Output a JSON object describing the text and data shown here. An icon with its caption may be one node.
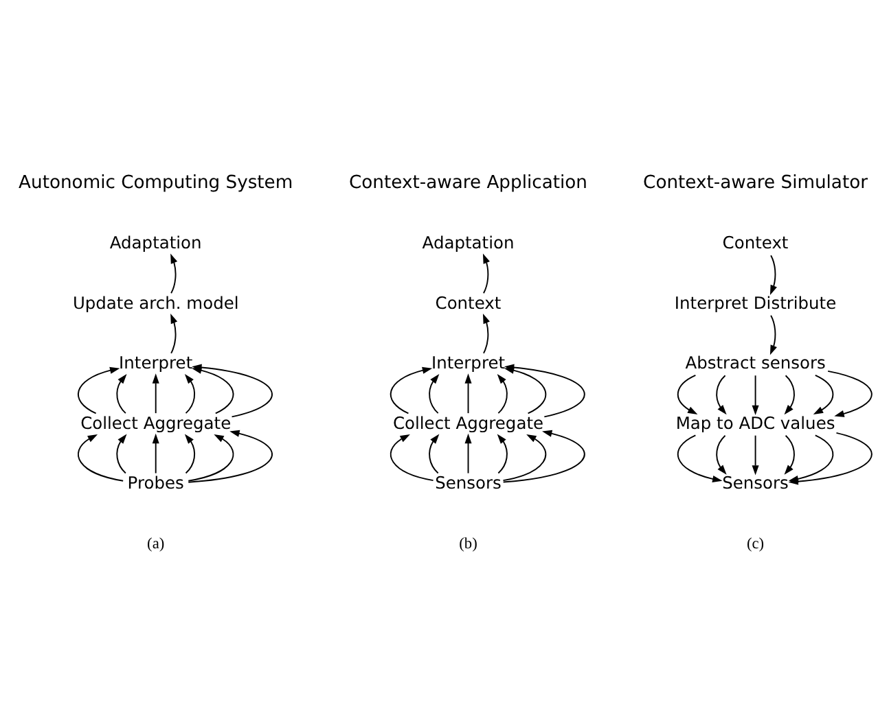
{
  "diagram": {
    "nodes": [
      {
        "text": [
          "Adaptation"
        ]
      },
      {
        "text": [
          "Update arch. model"
        ]
      },
      {
        "text": [
          "Interpret"
        ]
      },
      {
        "text": [
          "Collect Aggregate"
        ]
      },
      {
        "text": [
          "Probes"
        ]
      },
      {
        "text": [
          "Adaptation"
        ]
      },
      {
        "text": [
          "Context"
        ]
      },
      {
        "text": [
          "Interpret"
        ]
      },
      {
        "text": [
          "Collect Aggregate"
        ]
      },
      {
        "text": [
          "Sensors"
        ]
      },
      {
        "text": [
          "Context"
        ]
      },
      {
        "text": [
          "Interpret Distribute"
        ]
      },
      {
        "text": [
          "Abstract sensors"
        ]
      },
      {
        "text": [
          "Map to ADC values"
        ]
      },
      {
        "text": [
          "Sensors"
        ]
      }
    ],
    "edges": [
      {
        "from": 1,
        "to": 0,
        "arrow": "to"
      },
      {
        "from": 2,
        "to": 1,
        "arrow": "to"
      },
      {
        "from": 3,
        "to": 2,
        "arrow": "to"
      },
      {
        "from": 3,
        "to": 2,
        "arrow": "to"
      },
      {
        "from": 3,
        "to": 2,
        "arrow": "to"
      },
      {
        "from": 3,
        "to": 2,
        "arrow": "to"
      },
      {
        "from": 3,
        "to": 2,
        "arrow": "to"
      },
      {
        "from": 3,
        "to": 2,
        "arrow": "to"
      },
      {
        "from": 4,
        "to": 3,
        "arrow": "to"
      },
      {
        "from": 4,
        "to": 3,
        "arrow": "to"
      },
      {
        "from": 4,
        "to": 3,
        "arrow": "to"
      },
      {
        "from": 4,
        "to": 3,
        "arrow": "to"
      },
      {
        "from": 4,
        "to": 3,
        "arrow": "to"
      },
      {
        "from": 4,
        "to": 3,
        "arrow": "to"
      },
      {
        "from": 6,
        "to": 5,
        "arrow": "to"
      },
      {
        "from": 7,
        "to": 6,
        "arrow": "to"
      },
      {
        "from": 8,
        "to": 7,
        "arrow": "to"
      },
      {
        "from": 8,
        "to": 7,
        "arrow": "to"
      },
      {
        "from": 8,
        "to": 7,
        "arrow": "to"
      },
      {
        "from": 8,
        "to": 7,
        "arrow": "to"
      },
      {
        "from": 8,
        "to": 7,
        "arrow": "to"
      },
      {
        "from": 8,
        "to": 7,
        "arrow": "to"
      },
      {
        "from": 9,
        "to": 8,
        "arrow": "to"
      },
      {
        "from": 9,
        "to": 8,
        "arrow": "to"
      },
      {
        "from": 9,
        "to": 8,
        "arrow": "to"
      },
      {
        "from": 9,
        "to": 8,
        "arrow": "to"
      },
      {
        "from": 9,
        "to": 8,
        "arrow": "to"
      },
      {
        "from": 9,
        "to": 8,
        "arrow": "to"
      },
      {
        "from": 10,
        "to": 11,
        "arrow": "to"
      },
      {
        "from": 11,
        "to": 12,
        "arrow": "to"
      },
      {
        "from": 12,
        "to": 13,
        "arrow": "to"
      },
      {
        "from": 12,
        "to": 13,
        "arrow": "to"
      },
      {
        "from": 12,
        "to": 13,
        "arrow": "to"
      },
      {
        "from": 12,
        "to": 13,
        "arrow": "to"
      },
      {
        "from": 12,
        "to": 13,
        "arrow": "to"
      },
      {
        "from": 12,
        "to": 13,
        "arrow": "to"
      },
      {
        "from": 13,
        "to": 14,
        "arrow": "to"
      },
      {
        "from": 13,
        "to": 14,
        "arrow": "to"
      },
      {
        "from": 13,
        "to": 14,
        "arrow": "to"
      },
      {
        "from": 13,
        "to": 14,
        "arrow": "to"
      },
      {
        "from": 13,
        "to": 14,
        "arrow": "to"
      },
      {
        "from": 13,
        "to": 14,
        "arrow": "to"
      }
    ],
    "labels": [
      "Autonomic Computing System",
      "Context-aware Application",
      "Context-aware Simulator",
      "(a)",
      "(b)",
      "(c)"
    ]
  }
}
